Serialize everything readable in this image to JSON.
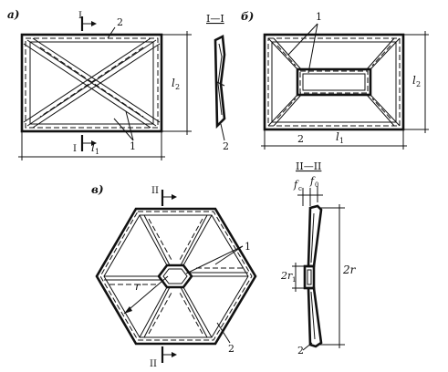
{
  "labels": {
    "fig_a": "а)",
    "fig_b": "б)",
    "fig_v": "в)",
    "section_1": "I—I",
    "section_2": "II—II",
    "mark_I": "I",
    "mark_II": "II",
    "num_1": "1",
    "num_2": "2",
    "l1": "l",
    "l1_sub": "1",
    "l2": "l",
    "l2_sub": "2",
    "r": "r",
    "two_r": "2r",
    "two_r1": "2r",
    "r1_sub": "1",
    "fc": "f",
    "fc_sub": "c",
    "f0": "f",
    "f0_sub": "0"
  }
}
